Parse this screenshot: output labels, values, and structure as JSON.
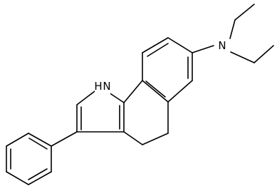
{
  "structure": {
    "atoms": {
      "nitrogen_amine": "N",
      "nitrogen_pyrrole": "H",
      "nitrogen_pyrrole_h": "N"
    },
    "colors": {
      "bond": "#000000",
      "background": "#ffffff"
    }
  }
}
